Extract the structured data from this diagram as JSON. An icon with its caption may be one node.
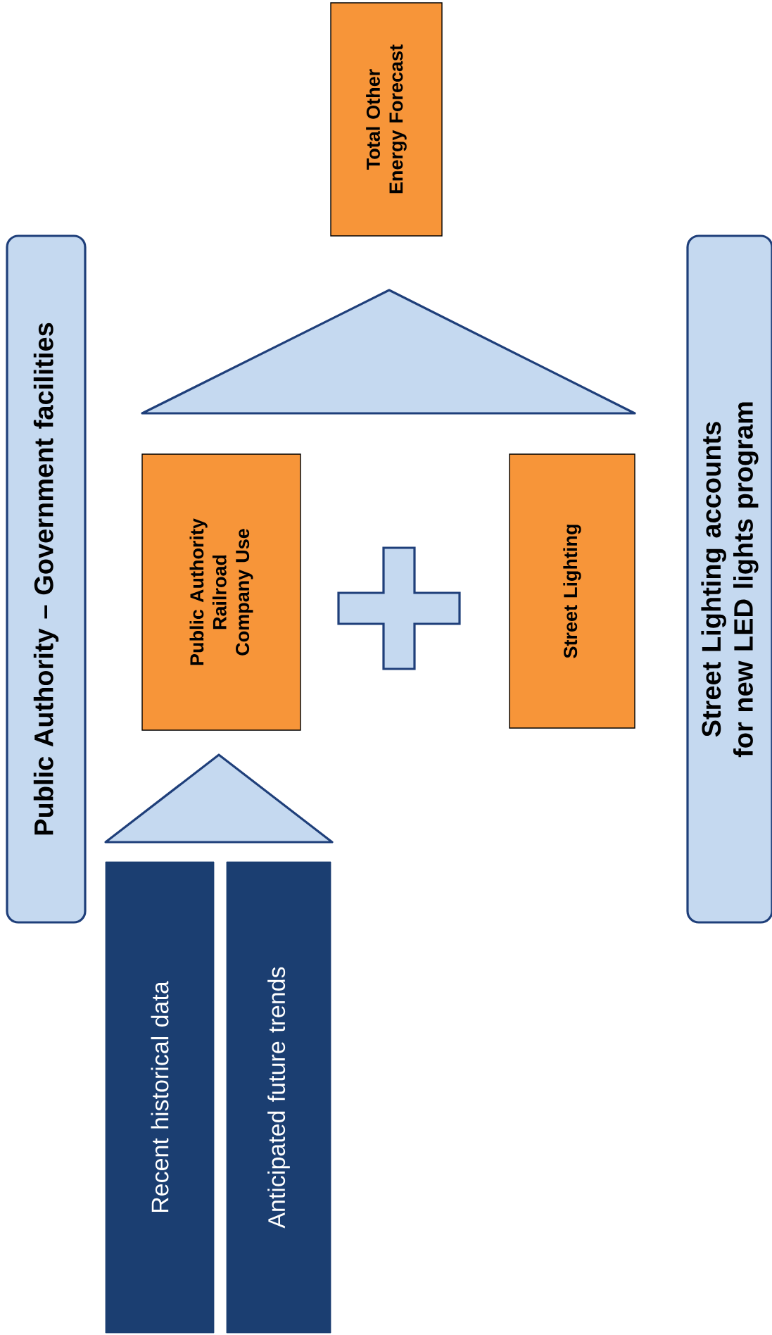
{
  "diagram": {
    "nodes": [
      {
        "text": [
          "Total Other Energy Forecast"
        ]
      },
      {
        "text": [
          "Public Authority – Government facilities"
        ]
      },
      {
        "text": [
          "Street Lighting accounts for new LED lights program"
        ]
      },
      {
        "text": [
          "Public Authority Railroad Company Use"
        ]
      },
      {
        "text": [
          "Street Lighting"
        ]
      },
      {
        "text": [
          "Recent historical data"
        ]
      },
      {
        "text": [
          "Anticipated future trends"
        ]
      }
    ]
  }
}
